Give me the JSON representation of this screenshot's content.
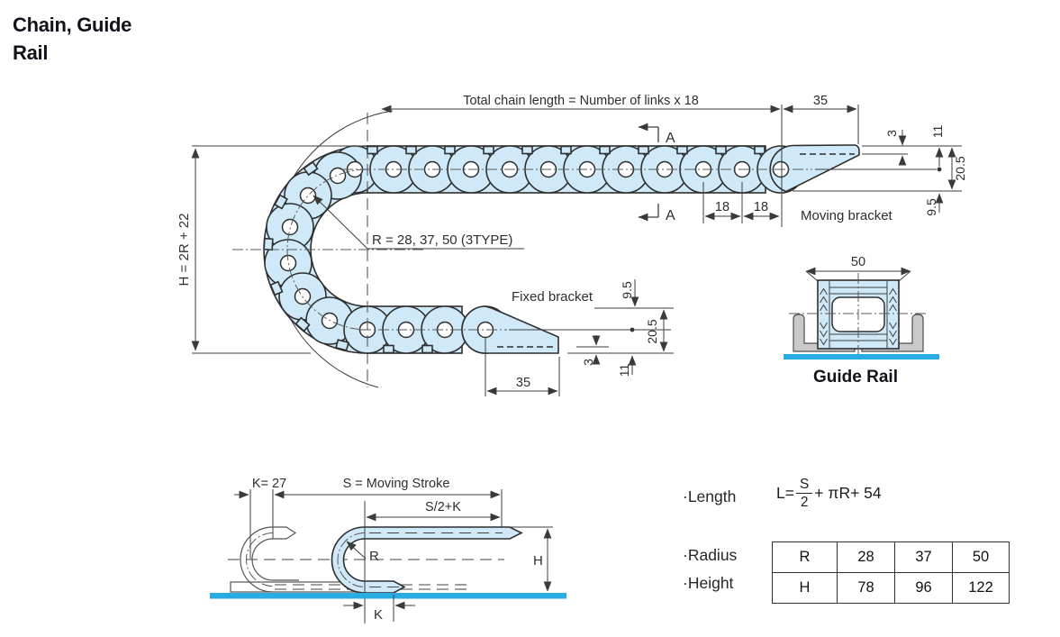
{
  "window": {
    "title_line1": "Chain, Guide",
    "title_line2": "Rail"
  },
  "colors": {
    "chain_fill": "#cfe9f8",
    "outline": "#2f2f2f",
    "accent_cyan": "#2aabe2",
    "rail_gray": "#c9c9c9"
  },
  "main_view": {
    "total_length_label": "Total chain length = Number of links x 18",
    "top_width_dim": "35",
    "section_marker_top": "A",
    "section_marker_bottom": "A",
    "pitch_dim_left": "18",
    "pitch_dim_right": "18",
    "moving_bracket_label": "Moving bracket",
    "fixed_bracket_label": "Fixed bracket",
    "bend_radius_note": "R = 28, 37, 50 (3TYPE)",
    "overall_height_label": "H = 2R + 22",
    "bottom_width_dim": "35",
    "moving_end_dims": {
      "lip": "3",
      "top_to_center": "11",
      "top_to_bottom": "20.5",
      "center_to_bottom": "9.5"
    },
    "fixed_end_dims": {
      "top_gap": "9.5",
      "total": "20.5",
      "lip": "3",
      "center_to_bottom": "11"
    }
  },
  "cross_section": {
    "width_dim": "50",
    "caption": "Guide Rail"
  },
  "stroke_view": {
    "k_dim_label": "K= 27",
    "stroke_label": "S = Moving Stroke",
    "half_stroke_label": "S/2+K",
    "radius_label": "R",
    "height_label": "H",
    "k_label": "K"
  },
  "specs": {
    "length_label": "·Length",
    "formula_prefix": "L=",
    "formula_numerator": "S",
    "formula_denominator": "2",
    "formula_suffix": "+ πR+ 54",
    "radius_label": "·Radius",
    "height_label": "·Height"
  },
  "spec_table": {
    "rows": [
      [
        "R",
        "28",
        "37",
        "50"
      ],
      [
        "H",
        "78",
        "96",
        "122"
      ]
    ]
  }
}
